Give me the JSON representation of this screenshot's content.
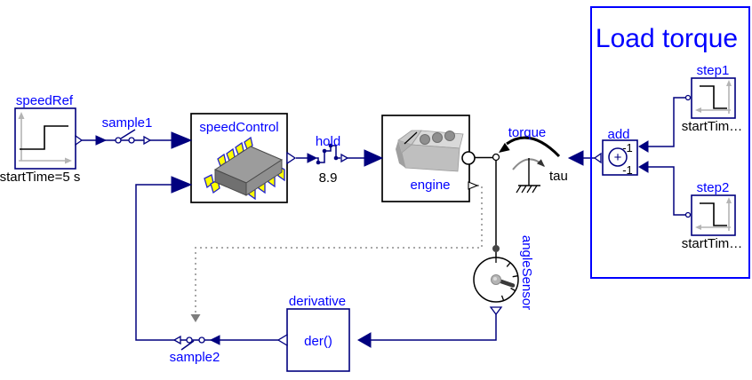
{
  "colors": {
    "signal_line": "#00007f",
    "label_blue": "#0000ff",
    "block_border_black": "#000000",
    "clock_line_gray": "#a8a8a8",
    "axis_gray": "#b4b4b4",
    "pin_yellow": "#ffff00",
    "chip_gray": "#9c9c9c",
    "load_box_blue": "#0000ff"
  },
  "blocks": {
    "speedRef": {
      "label": "speedRef",
      "param": "startTime=5 s"
    },
    "sample1": {
      "label": "sample1"
    },
    "speedControl": {
      "label": "speedControl"
    },
    "hold": {
      "label": "hold",
      "value": "8.9"
    },
    "engine": {
      "label": "engine"
    },
    "torque": {
      "label": "torque",
      "tau_label": "tau"
    },
    "loadTorque": {
      "title": "Load torque"
    },
    "step1": {
      "label": "step1",
      "param": "startTim…"
    },
    "step2": {
      "label": "step2",
      "param": "startTim…"
    },
    "add": {
      "label": "add",
      "operator": "+",
      "gain_top": "-1",
      "gain_bottom": "-1"
    },
    "angleSensor": {
      "label": "angleSensor"
    },
    "derivative": {
      "label": "derivative",
      "expression": "der()"
    },
    "sample2": {
      "label": "sample2"
    }
  }
}
